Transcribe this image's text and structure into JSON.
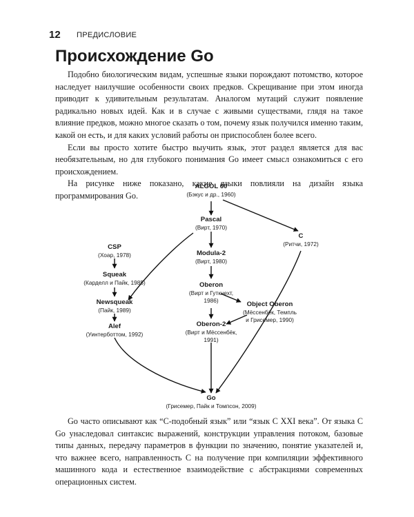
{
  "header": {
    "page_number": "12",
    "section": "ПРЕДИСЛОВИЕ"
  },
  "title": "Происхождение Go",
  "paragraphs_top": [
    "Подобно биологическим видам, успешные языки порождают потомство, которое наследует наилучшие особенности своих предков. Скрещивание при этом иногда приводит к удивительным результатам. Аналогом мутаций служит появление радикально новых идей. Как и в случае с живыми существами, глядя на такое влияние предков, можно многое сказать о том, почему язык получился именно таким, какой он есть, и для каких условий работы он приспособлен более всего.",
    "Если вы просто хотите быстро выучить язык, этот раздел является для вас необязательным, но для глубокого понимания Go имеет смысл ознакомиться с его происхождением.",
    "На рисунке ниже показано, какие языки повлияли на дизайн языка программирования Go."
  ],
  "diagram": {
    "nodes": {
      "algol60": {
        "name": "ALGOL 60",
        "sub": [
          "(Бэкус и др., 1960)"
        ]
      },
      "pascal": {
        "name": "Pascal",
        "sub": [
          "(Вирт, 1970)"
        ]
      },
      "c": {
        "name": "C",
        "sub": [
          "(Ритчи, 1972)"
        ]
      },
      "csp": {
        "name": "CSP",
        "sub": [
          "(Хоар, 1978)"
        ]
      },
      "modula2": {
        "name": "Modula-2",
        "sub": [
          "(Вирт, 1980)"
        ]
      },
      "squeak": {
        "name": "Squeak",
        "sub": [
          "(Карделл и Пайк, 1985)"
        ]
      },
      "oberon": {
        "name": "Oberon",
        "sub": [
          "(Вирт и Гуткнехт,",
          "1986)"
        ]
      },
      "newsqueak": {
        "name": "Newsqueak",
        "sub": [
          "(Пайк, 1989)"
        ]
      },
      "objectoberon": {
        "name": "Object Oberon",
        "sub": [
          "(Мёссенбёк, Темпль",
          "и Грисемер, 1990)"
        ]
      },
      "alef": {
        "name": "Alef",
        "sub": [
          "(Уинтерботтом, 1992)"
        ]
      },
      "oberon2": {
        "name": "Oberon-2",
        "sub": [
          "(Вирт и Мёссенбёк,",
          "1991)"
        ]
      },
      "go": {
        "name": "Go",
        "sub": [
          "(Грисемер, Пайк и Томпсон, 2009)"
        ]
      }
    }
  },
  "paragraphs_bottom": [
    "Go часто описывают как “C-подобный язык” или “язык C XXI века”. От языка C Go унаследовал синтаксис выражений, конструкции управления потоком, базовые типы данных, передачу параметров в функции по значению, понятие указателей и, что важнее всего, направленность C на получение при компиляции эффективного машинного кода и естественное взаимодействие с абстракциями современных операционных систем."
  ]
}
